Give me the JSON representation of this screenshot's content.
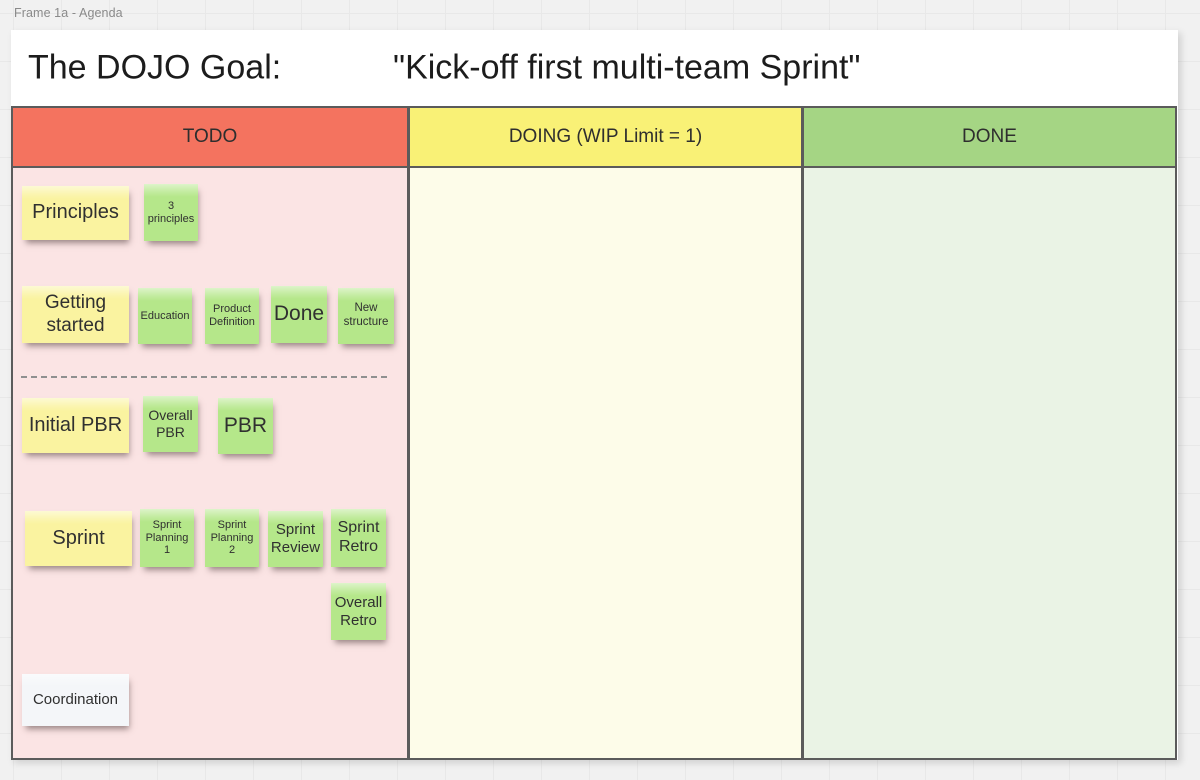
{
  "frame": {
    "label": "Frame 1a - Agenda"
  },
  "board": {
    "title_left": "The DOJO Goal:",
    "title_right": "\"Kick-off first multi-team Sprint\""
  },
  "columns": [
    {
      "label": "TODO",
      "header_color": "#f4735f",
      "body_color": "#fbe4e4"
    },
    {
      "label": "DOING (WIP Limit = 1)",
      "header_color": "#f9f176",
      "body_color": "#fdfce9"
    },
    {
      "label": "DONE",
      "header_color": "#a5d584",
      "body_color": "#eaf3e5"
    }
  ],
  "colors": {
    "sticky_yellow": "#faf3a0",
    "sticky_green": "#b5e78a",
    "sticky_white": "#f4f6f9",
    "column_border": "#5b5b5b",
    "canvas_bg": "#f1f1f1"
  },
  "stickies": [
    {
      "text": "Principles",
      "color": "yellow",
      "column": "TODO"
    },
    {
      "text": "3 principles",
      "color": "green",
      "column": "TODO"
    },
    {
      "text": "Getting started",
      "color": "yellow",
      "column": "TODO"
    },
    {
      "text": "Education",
      "color": "green",
      "column": "TODO"
    },
    {
      "text": "Product Definition",
      "color": "green",
      "column": "TODO"
    },
    {
      "text": "Done",
      "color": "green",
      "column": "TODO"
    },
    {
      "text": "New structure",
      "color": "green",
      "column": "TODO"
    },
    {
      "text": "Initial PBR",
      "color": "yellow",
      "column": "TODO"
    },
    {
      "text": "Overall PBR",
      "color": "green",
      "column": "TODO"
    },
    {
      "text": "PBR",
      "color": "green",
      "column": "TODO"
    },
    {
      "text": "Sprint",
      "color": "yellow",
      "column": "TODO"
    },
    {
      "text": "Sprint Planning 1",
      "color": "green",
      "column": "TODO"
    },
    {
      "text": "Sprint Planning 2",
      "color": "green",
      "column": "TODO"
    },
    {
      "text": "Sprint Review",
      "color": "green",
      "column": "TODO"
    },
    {
      "text": "Sprint Retro",
      "color": "green",
      "column": "TODO"
    },
    {
      "text": "Overall Retro",
      "color": "green",
      "column": "TODO"
    },
    {
      "text": "Coordination",
      "color": "white",
      "column": "TODO"
    }
  ]
}
